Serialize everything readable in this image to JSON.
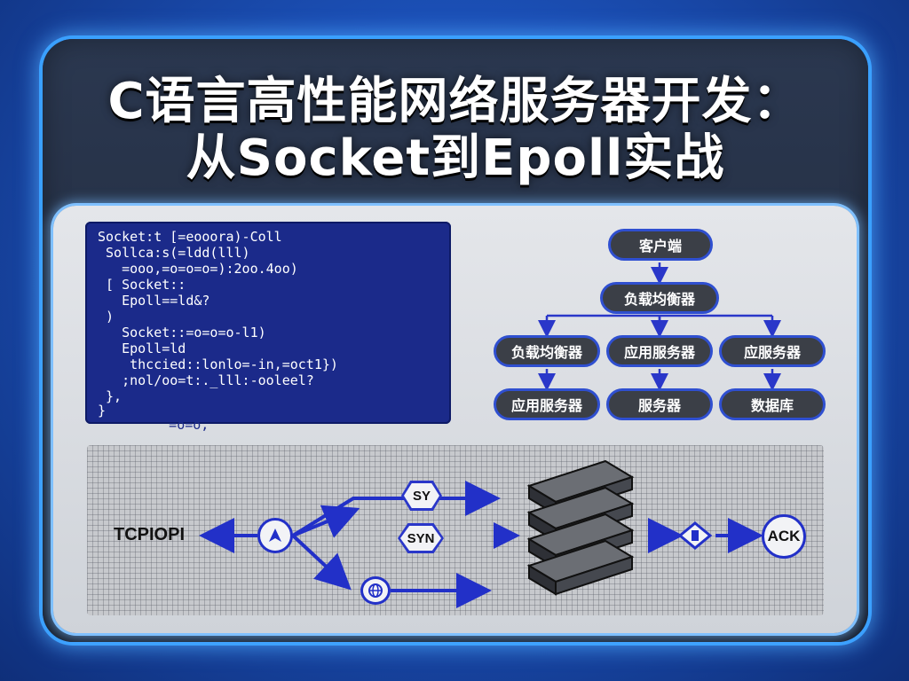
{
  "title": {
    "line1": "C语言高性能网络服务器开发：",
    "line2": "从Socket到Epoll实战"
  },
  "code_lines": [
    "Socket:t [=eooora)-Coll",
    " Sollca:s(=ldd(lll)",
    "   =ooo,=o=o=o=):2oo.4oo)",
    " [ Socket::",
    "   Epoll==ld&?",
    " )",
    "   Socket::=o=o=o-l1)",
    "   Epoll=ld",
    "    thccied::lonlo=-in,=oct1})",
    "   ;nol/oo=t:._lll:-ooleel?",
    " },",
    "}",
    "      =o=o,"
  ],
  "tree": {
    "root": "客户端",
    "level1": "负载均衡器",
    "level2": [
      "负载均衡器",
      "应用服务器",
      "应服务器"
    ],
    "level3": [
      "应用服务器",
      "服务器",
      "数据库"
    ]
  },
  "flow": {
    "protocol_label": "TCPIOPI",
    "syn_top": "SY",
    "syn_mid": "SYN",
    "ack": "ACK",
    "start_icon": "navigation-arrow-icon",
    "globe_icon": "globe-icon",
    "server_stack_icon": "server-stack-icon",
    "wrench_icon": "wrench-icon"
  },
  "colors": {
    "accent_blue": "#2230c8",
    "frame_glow": "#3aa0ff",
    "code_bg": "#1b2a8a",
    "node_bg": "#3b3f47"
  }
}
